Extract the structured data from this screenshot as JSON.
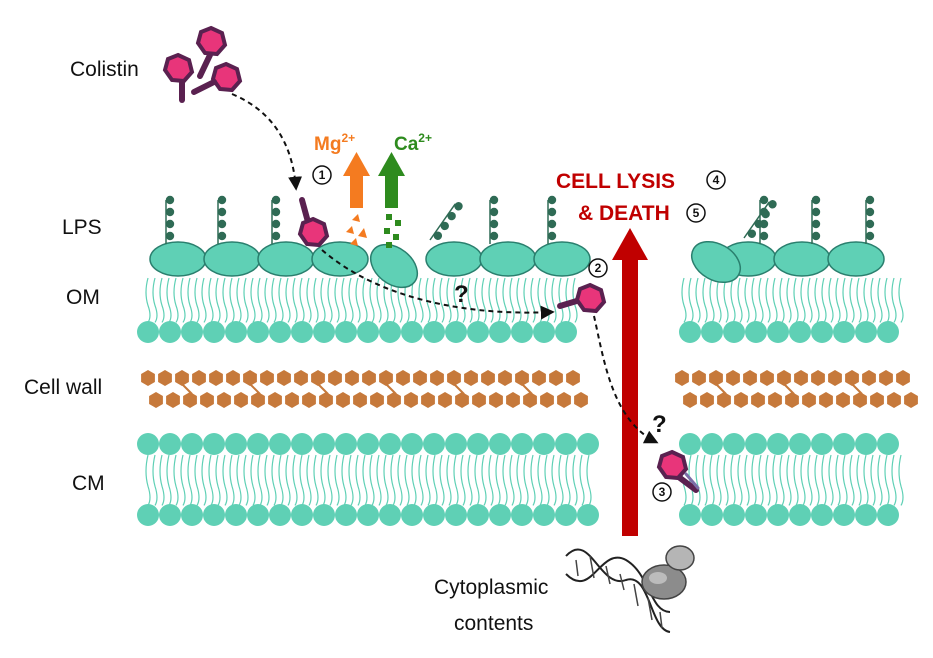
{
  "labels": {
    "colistin": "Colistin",
    "lps": "LPS",
    "om": "OM",
    "cell_wall": "Cell wall",
    "cm": "CM",
    "cytoplasmic_line1": "Cytoplasmic",
    "cytoplasmic_line2": "contents",
    "cell_lysis": "CELL LYSIS",
    "and_death": "& DEATH"
  },
  "ions": {
    "mg": {
      "symbol": "Mg",
      "charge": "2+",
      "color": "#f47b20"
    },
    "ca": {
      "symbol": "Ca",
      "charge": "2+",
      "color": "#2e8b1e"
    }
  },
  "steps": [
    "1",
    "2",
    "3",
    "4",
    "5"
  ],
  "unknown_mark": "?",
  "colors": {
    "membrane": "#5fd0b5",
    "membrane_outline": "#2a7f6e",
    "lps_bead": "#2f6b55",
    "wall": "#c6793b",
    "colistin_head": "#e8357a",
    "colistin_outline": "#5a2150",
    "lysis_arrow": "#c00000"
  }
}
